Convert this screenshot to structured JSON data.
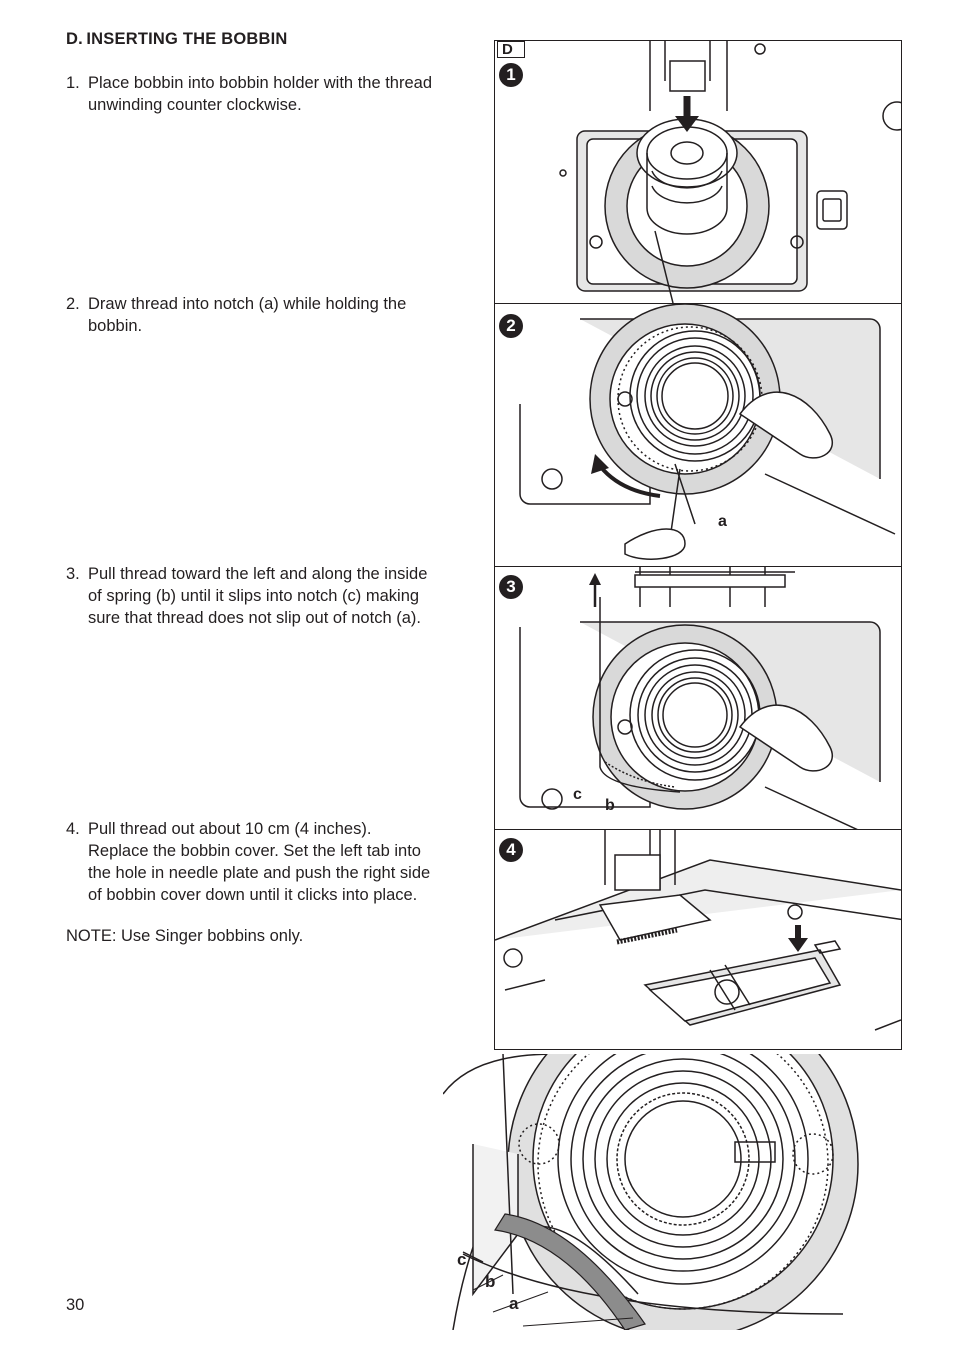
{
  "section_title": "D. INSERTING THE BOBBIN",
  "steps": [
    {
      "number": "1.",
      "text": "Place bobbin into bobbin holder with the thread\nunwinding counter clockwise."
    },
    {
      "number": "2.",
      "text": "Draw thread into notch (a) while holding the\nbobbin."
    },
    {
      "number": "3.",
      "text": "Pull thread toward the left and along the inside\nof spring (b) until it slips into notch (c) making\nsure that thread does not slip out of notch (a)."
    },
    {
      "number": "4.",
      "text": "Pull thread out about 10 cm (4 inches).\nReplace the bobbin cover. Set the left tab into\nthe hole in needle plate and push the right side\nof bobbin cover down until it clicks into place."
    }
  ],
  "note": "NOTE: Use Singer bobbins only.",
  "page_number": "30",
  "figure": {
    "badge": "D",
    "panels": [
      "1",
      "2",
      "3",
      "4"
    ],
    "labels": {
      "a": "a",
      "b": "b",
      "c": "c"
    }
  },
  "colors": {
    "ink": "#231f20",
    "panel_gray": "#e6e6e6",
    "spring_gray": "#8c8c8c"
  }
}
